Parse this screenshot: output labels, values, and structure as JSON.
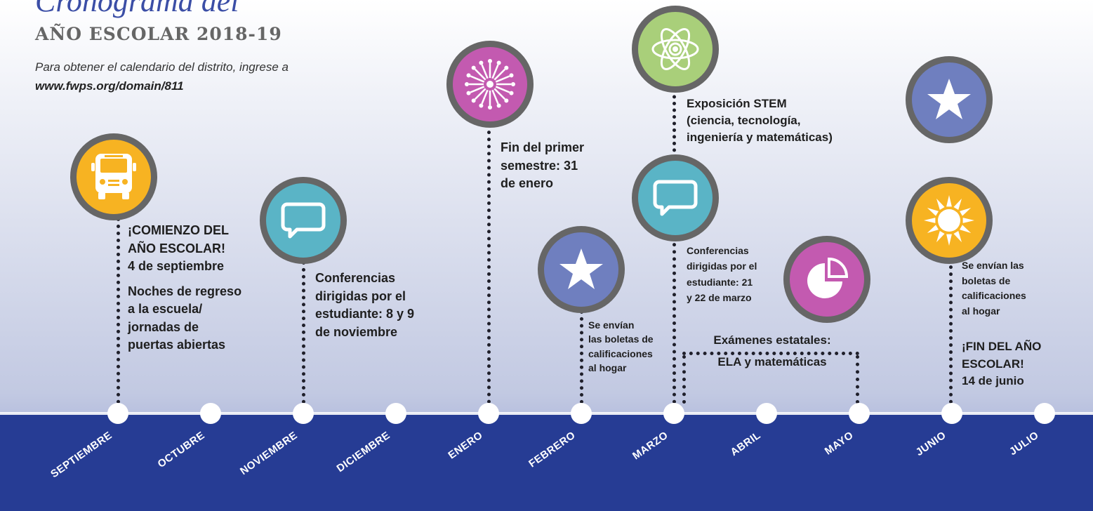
{
  "header": {
    "title": "Cronograma del",
    "subtitle": "AÑO ESCOLAR 2018-19",
    "intro": "Para obtener el calendario del distrito, ingrese a",
    "url": "www.fwps.org/domain/811"
  },
  "months": [
    "SEPTIEMBRE",
    "OCTUBRE",
    "NOVIEMBRE",
    "DICIEMBRE",
    "ENERO",
    "FEBRERO",
    "MARZO",
    "ABRIL",
    "MAYO",
    "JUNIO",
    "JULIO"
  ],
  "colors": {
    "band": "#263c94",
    "yellow": "#f7b322",
    "teal": "#5ab4c6",
    "pink": "#c35ab0",
    "violet": "#6f7fbf",
    "green": "#a9cf7a",
    "ring": "#666666"
  },
  "events": {
    "septiembre": {
      "icon": "school-bus-icon",
      "l1": "¡COMIENZO DEL",
      "l2": "AÑO ESCOLAR!",
      "l3": "4 de septiembre",
      "l4": "Noches de regreso",
      "l5": "a la escuela/",
      "l6": "jornadas de",
      "l7": "puertas abiertas"
    },
    "noviembre": {
      "icon": "speech-bubble-icon",
      "l1": "Conferencias",
      "l2": "dirigidas por el",
      "l3": "estudiante: 8 y 9",
      "l4": "de noviembre"
    },
    "enero": {
      "icon": "snowflake-icon",
      "l1": "Fin del primer",
      "l2": "semestre: 31",
      "l3": "de enero"
    },
    "febrero": {
      "icon": "star-icon",
      "l1": "Se envían",
      "l2": "las boletas de",
      "l3": "calificaciones",
      "l4": "al hogar"
    },
    "marzo_stem": {
      "icon": "atom-icon",
      "l1": "Exposición STEM",
      "l2": "(ciencia, tecnología,",
      "l3": "ingeniería y matemáticas)"
    },
    "marzo_conf": {
      "icon": "speech-bubble-icon",
      "l1": "Conferencias",
      "l2": "dirigidas por el",
      "l3": "estudiante: 21",
      "l4": "y 22 de marzo"
    },
    "abril_mayo": {
      "icon": "pie-chart-icon",
      "l1": "Exámenes estatales:",
      "l2": "ELA y matemáticas"
    },
    "junio": {
      "icons": [
        "star-icon",
        "sun-icon"
      ],
      "l1": "Se envían las",
      "l2": "boletas de",
      "l3": "calificaciones",
      "l4": "al hogar",
      "l5": "¡FIN DEL AÑO",
      "l6": "ESCOLAR!",
      "l7": "14 de junio"
    }
  }
}
